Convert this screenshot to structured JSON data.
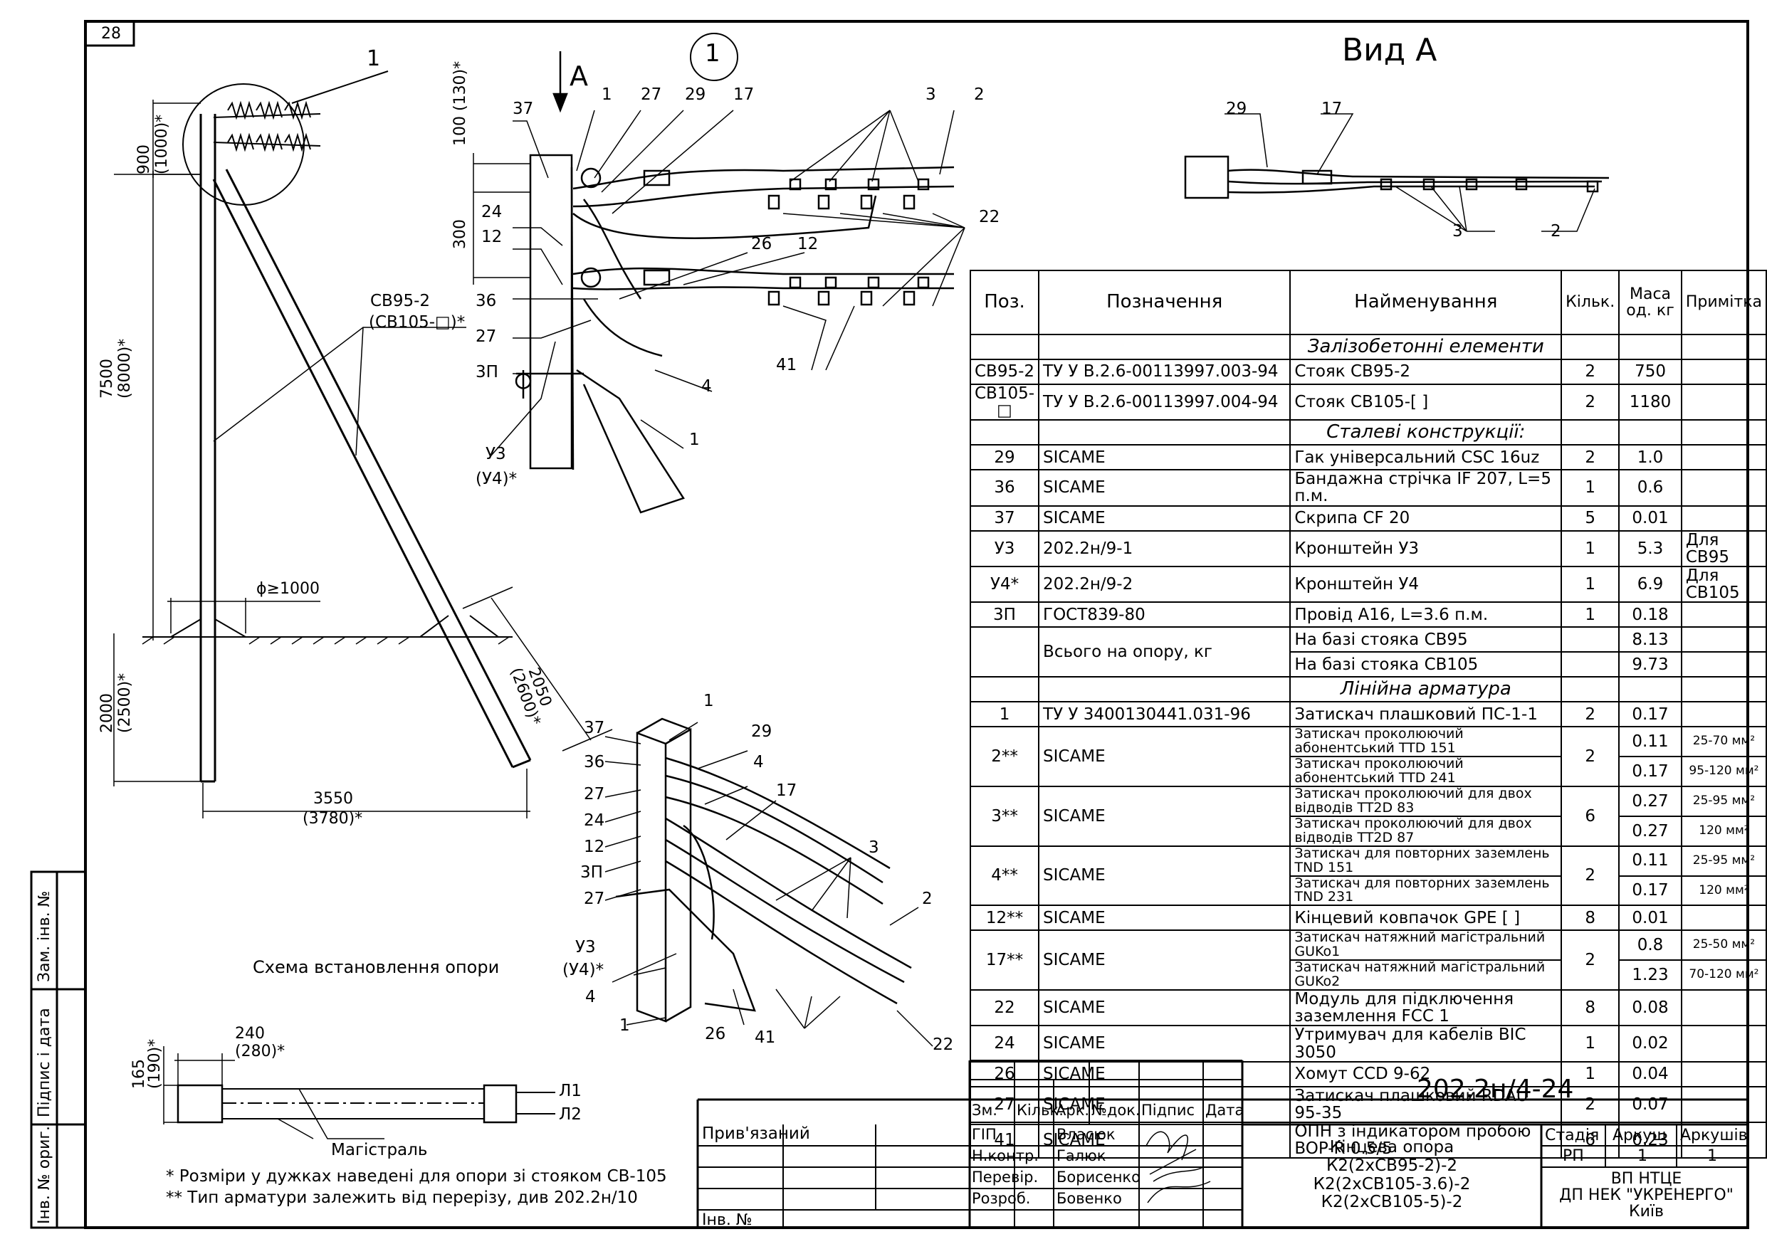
{
  "sheet_number": "28",
  "view_title": "Вид А",
  "node_number": "1",
  "arrow_label": "А",
  "caption": "Схема встановлення опори",
  "notes": [
    "* Розміри у дужках наведені для опори зі стояком СВ-105",
    "** Тип арматури залежить від перерізу, див 202.2н/10"
  ],
  "main_view": {
    "dims": {
      "top": "900",
      "top_alt": "(1000)*",
      "height": "7500",
      "height_alt": "(8000)*",
      "depth": "2000",
      "depth_alt": "(2500)*",
      "span": "3550",
      "span_alt": "(3780)*",
      "strut": "2050",
      "strut_alt": "(2600)*",
      "pit": "ϕ≥1000"
    },
    "pole_label": "СВ95-2",
    "pole_label_alt": "(СВ105-□)*",
    "callout": "1"
  },
  "detail_labels": {
    "top_dims": [
      "100 (130)*",
      "300"
    ],
    "items": [
      "37",
      "1",
      "27",
      "29",
      "17",
      "3",
      "2",
      "22",
      "24",
      "12",
      "26",
      "12",
      "36",
      "27",
      "3П",
      "41",
      "4",
      "1",
      "У3",
      "(У4)*"
    ]
  },
  "iso_labels": [
    "37",
    "36",
    "27",
    "24",
    "12",
    "3П",
    "27",
    "1",
    "29",
    "4",
    "17",
    "3",
    "2",
    "У3",
    "(У4)*",
    "4",
    "1",
    "26",
    "41",
    "22"
  ],
  "view_a_labels": [
    "29",
    "17",
    "3",
    "2"
  ],
  "cable": {
    "label": "Магістраль",
    "l1": "Л1",
    "l2": "Л2",
    "d1": "165",
    "d1_alt": "(190)*",
    "d2": "240",
    "d2_alt": "(280)*"
  },
  "left_margin": [
    "Зам. інв. №",
    "Підпис і дата",
    "Інв. № ориг."
  ],
  "table": {
    "headers": [
      "Поз.",
      "Позначення",
      "Найменування",
      "Кільк.",
      "Маса од. кг",
      "Примітка"
    ],
    "rows": [
      {
        "type": "sec",
        "name": "Залізобетонні елементи"
      },
      {
        "pos": "СВ95-2",
        "des": "ТУ У В.2.6-00113997.003-94",
        "name": "Стояк СВ95-2",
        "qty": "2",
        "mass": "750",
        "note": ""
      },
      {
        "pos": "СВ105-□",
        "des": "ТУ У В.2.6-00113997.004-94",
        "name": "Стояк СВ105-[      ]",
        "qty": "2",
        "mass": "1180",
        "note": ""
      },
      {
        "type": "sec",
        "name": "Сталеві конструкції:"
      },
      {
        "pos": "29",
        "des": "SICAME",
        "name": "Гак універсальний CSC 16uz",
        "qty": "2",
        "mass": "1.0",
        "note": ""
      },
      {
        "pos": "36",
        "des": "SICAME",
        "name": "Бандажна стрічка IF 207, L=5 п.м.",
        "qty": "1",
        "mass": "0.6",
        "note": ""
      },
      {
        "pos": "37",
        "des": "SICAME",
        "name": "Скрипа CF 20",
        "qty": "5",
        "mass": "0.01",
        "note": ""
      },
      {
        "pos": "У3",
        "des": "202.2н/9-1",
        "name": "Кронштейн У3",
        "qty": "1",
        "mass": "5.3",
        "note": "Для СВ95"
      },
      {
        "pos": "У4*",
        "des": "202.2н/9-2",
        "name": "Кронштейн У4",
        "qty": "1",
        "mass": "6.9",
        "note": "Для СВ105"
      },
      {
        "pos": "3П",
        "des": "ГОСТ839-80",
        "name": "Провід А16, L=3.6 п.м.",
        "qty": "1",
        "mass": "0.18",
        "note": ""
      }
    ],
    "total_label": "Всього на опору, кг",
    "total_rows": [
      {
        "name": "На базі стояка СВ95",
        "mass": "8.13"
      },
      {
        "name": "На базі стояка СВ105",
        "mass": "9.73"
      }
    ],
    "section_armature": "Лінійна арматура",
    "row_pos1": {
      "pos": "1",
      "des": "ТУ У 3400130441.031-96",
      "name": "Затискач плашковий ПС-1-1",
      "qty": "2",
      "mass": "0.17"
    },
    "pairs": [
      {
        "pos": "2**",
        "des": "SICAME",
        "qty": "2",
        "a": {
          "name": "Затискач проколюючий абонентський TTD 151",
          "mass": "0.11",
          "note": "25-70 мм²"
        },
        "b": {
          "name": "Затискач проколюючий абонентський TTD 241",
          "mass": "0.17",
          "note": "95-120 мм²"
        }
      },
      {
        "pos": "3**",
        "des": "SICAME",
        "qty": "6",
        "a": {
          "name": "Затискач проколюючий для двох відводів TT2D 83",
          "mass": "0.27",
          "note": "25-95 мм²"
        },
        "b": {
          "name": "Затискач проколюючий для двох відводів TT2D 87",
          "mass": "0.27",
          "note": "120 мм²"
        }
      },
      {
        "pos": "4**",
        "des": "SICAME",
        "qty": "2",
        "a": {
          "name": "Затискач для повторних заземлень TND 151",
          "mass": "0.11",
          "note": "25-95 мм²"
        },
        "b": {
          "name": "Затискач для повторних заземлень TND 231",
          "mass": "0.17",
          "note": "120 мм²"
        }
      }
    ],
    "row12": {
      "pos": "12**",
      "des": "SICAME",
      "name": "Кінцевий ковпачок GPE [    ]",
      "qty": "8",
      "mass": "0.01"
    },
    "pair17": {
      "pos": "17**",
      "des": "SICAME",
      "qty": "2",
      "a": {
        "name": "Затискач натяжний магістральний GUKo1",
        "mass": "0.8",
        "note": "25-50 мм²"
      },
      "b": {
        "name": "Затискач натяжний магістральний GUKo2",
        "mass": "1.23",
        "note": "70-120 мм²"
      }
    },
    "tail_rows": [
      {
        "pos": "22",
        "des": "SICAME",
        "name": "Модуль для підключення заземлення FCC 1",
        "qty": "8",
        "mass": "0.08"
      },
      {
        "pos": "24",
        "des": "SICAME",
        "name": "Утримувач для кабелів BIC 3050",
        "qty": "1",
        "mass": "0.02"
      },
      {
        "pos": "26",
        "des": "SICAME",
        "name": "Хомут CCD 9-62",
        "qty": "1",
        "mass": "0.04"
      },
      {
        "pos": "27",
        "des": "SICAME",
        "name": "Затискач плашковий RDAU 95-35",
        "qty": "2",
        "mass": "0.07"
      },
      {
        "pos": "41",
        "des": "SICAME",
        "name": "ОПН з індикатором пробою BOP-R 0.5/5",
        "qty": "6",
        "mass": "0.23"
      }
    ]
  },
  "title_block": {
    "doc_code": "202.2н/4-24",
    "bound": "Прив'язаний",
    "inv_no": "Інв. №",
    "head": [
      "Зм.",
      "Кільк.",
      "Арк.",
      "№док.",
      "Підпис",
      "Дата"
    ],
    "roles": [
      {
        "role": "ГІП",
        "name": "Власюк"
      },
      {
        "role": "Н.контр.",
        "name": "Галюк"
      },
      {
        "role": "Перевір.",
        "name": "Борисенко"
      },
      {
        "role": "Розроб.",
        "name": "Бовенко"
      }
    ],
    "title_lines": [
      "Кінцева опора",
      "К2(2хСВ95-2)-2",
      "К2(2хСВ105-3.6)-2",
      "К2(2хСВ105-5)-2"
    ],
    "stage_head": [
      "Стадія",
      "Аркуш",
      "Аркушів"
    ],
    "stage_vals": [
      "РП",
      "1",
      "1"
    ],
    "org_lines": [
      "ВП НТЦЕ",
      "ДП НЕК \"УКРЕНЕРГО\"",
      "Київ"
    ]
  }
}
